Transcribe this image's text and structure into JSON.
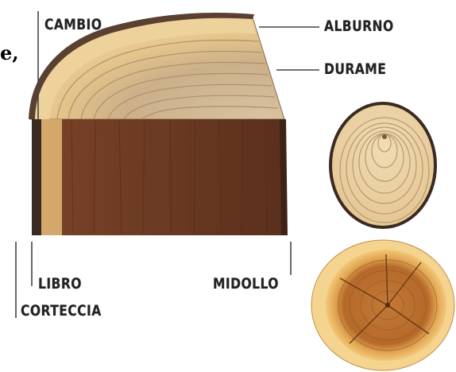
{
  "labels": {
    "cambio": "CAMBIO",
    "alburno": "ALBURNO",
    "durame": "DURAME",
    "libro": "LIBRO",
    "midollo": "MIDOLLO",
    "corteccia": "CORTECCIA"
  },
  "text_fragments": {
    "top_left": "e,"
  },
  "colors": {
    "sapwood": "#e8c98a",
    "heartwood": "#c9a26e",
    "face": "#6b3a22",
    "bark": "#3a2a22",
    "cross_light": "#f2d9a6",
    "cross_dark": "#b86a2a"
  }
}
